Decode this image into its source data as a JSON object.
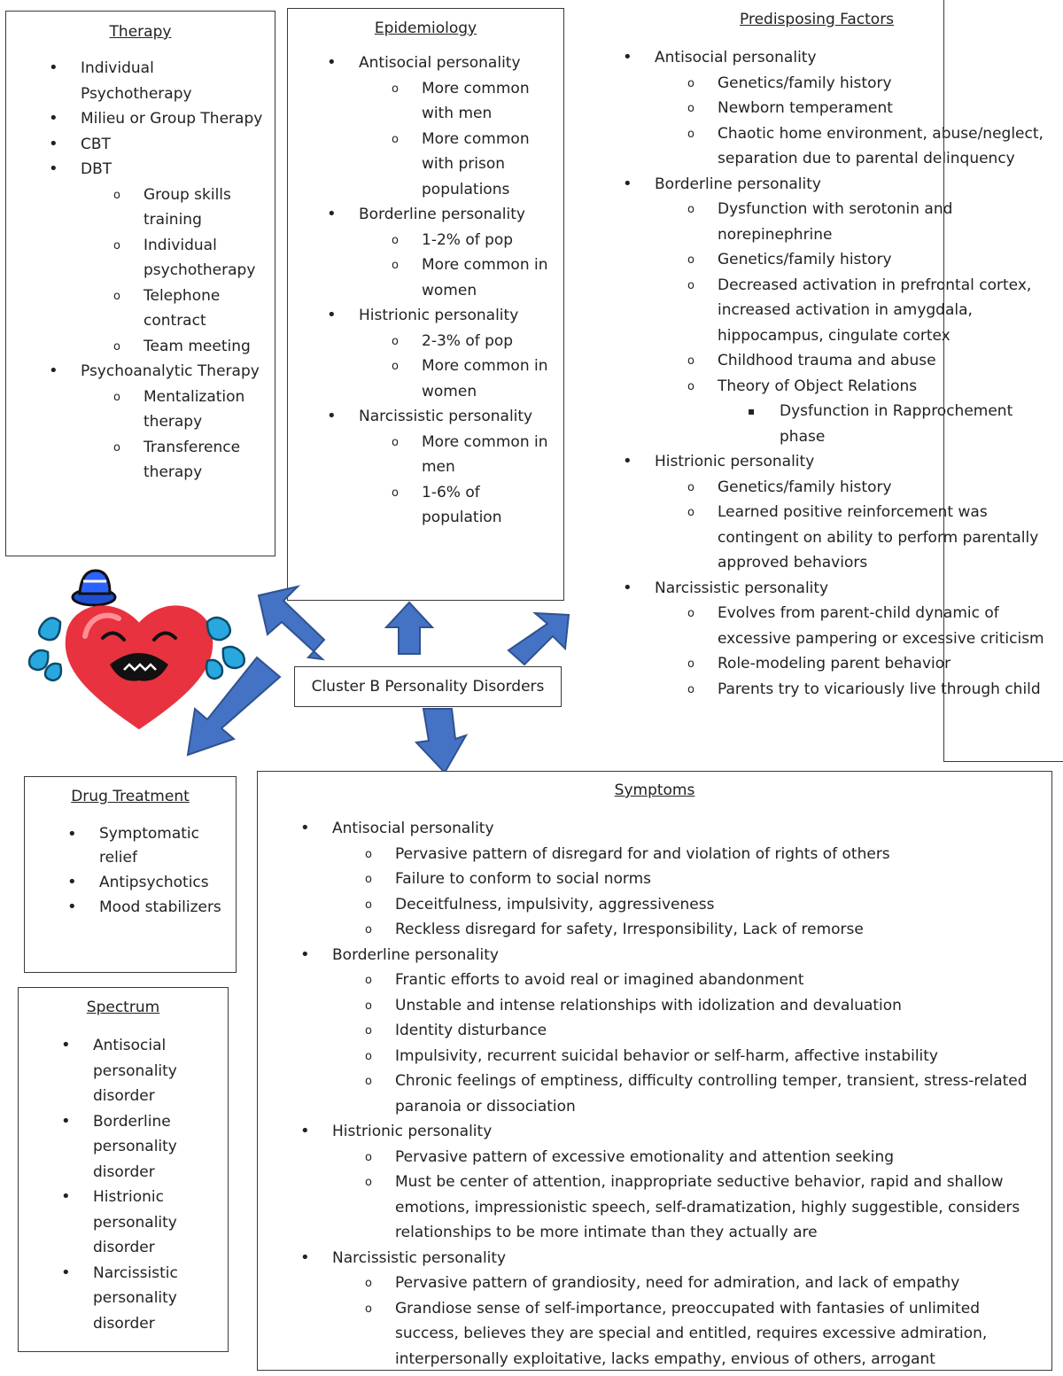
{
  "center": {
    "label": "Cluster B Personality Disorders"
  },
  "therapy": {
    "title": "Therapy",
    "items": [
      {
        "text": "Individual Psychotherapy",
        "sub": []
      },
      {
        "text": "Milieu or Group Therapy",
        "sub": []
      },
      {
        "text": "CBT",
        "sub": []
      },
      {
        "text": "DBT",
        "sub": [
          "Group skills training",
          "Individual psychotherapy",
          "Telephone contract",
          "Team meeting"
        ]
      },
      {
        "text": "Psychoanalytic Therapy",
        "sub": [
          "Mentalization therapy",
          "Transference therapy"
        ]
      }
    ]
  },
  "epidemiology": {
    "title": "Epidemiology",
    "items": [
      {
        "text": "Antisocial personality",
        "sub": [
          "More common with men",
          "More common with prison populations"
        ]
      },
      {
        "text": "Borderline personality",
        "sub": [
          "1-2% of pop",
          "More common in women"
        ]
      },
      {
        "text": "Histrionic personality",
        "sub": [
          "2-3% of pop",
          "More common in women"
        ]
      },
      {
        "text": "Narcissistic personality",
        "sub": [
          "More common in men",
          "1-6% of population"
        ]
      }
    ]
  },
  "predisposing": {
    "title": "Predisposing Factors",
    "items": [
      {
        "text": "Antisocial personality",
        "sub": [
          "Genetics/family history",
          "Newborn temperament",
          "Chaotic home environment, abuse/neglect, separation due to parental delinquency"
        ]
      },
      {
        "text": "Borderline personality",
        "sub": [
          "Dysfunction with serotonin and norepinephrine",
          "Genetics/family history",
          "Decreased activation in prefrontal cortex, increased activation in amygdala, hippocampus, cingulate cortex",
          "Childhood trauma and abuse",
          "Theory of Object Relations"
        ],
        "subsub": "Dysfunction in Rapprochement phase"
      },
      {
        "text": "Histrionic personality",
        "sub": [
          "Genetics/family history",
          "Learned positive reinforcement was contingent on ability to perform parentally approved behaviors"
        ]
      },
      {
        "text": "Narcissistic personality",
        "sub": [
          "Evolves from parent-child dynamic of excessive pampering or excessive criticism",
          "Role-modeling parent behavior",
          "Parents try to vicariously live through child"
        ]
      }
    ]
  },
  "drug": {
    "title": "Drug Treatment",
    "items": [
      "Symptomatic relief",
      "Antipsychotics",
      "Mood stabilizers"
    ]
  },
  "spectrum": {
    "title": "Spectrum",
    "items": [
      "Antisocial personality disorder",
      "Borderline personality disorder",
      "Histrionic personality disorder",
      "Narcissistic personality disorder"
    ]
  },
  "symptoms": {
    "title": "Symptoms",
    "items": [
      {
        "text": "Antisocial personality",
        "sub": [
          "Pervasive pattern of disregard for and violation of rights of others",
          "Failure to conform to social norms",
          "Deceitfulness, impulsivity, aggressiveness",
          "Reckless disregard for safety, Irresponsibility, Lack of remorse"
        ]
      },
      {
        "text": "Borderline personality",
        "sub": [
          "Frantic efforts to avoid real or imagined abandonment",
          "Unstable and intense relationships with idolization and devaluation",
          "Identity disturbance",
          "Impulsivity, recurrent suicidal behavior or self-harm, affective instability",
          "Chronic feelings of emptiness, difficulty controlling temper, transient, stress-related paranoia or dissociation"
        ]
      },
      {
        "text": "Histrionic personality",
        "sub": [
          "Pervasive pattern of excessive emotionality and attention seeking",
          "Must be center of attention, inappropriate seductive behavior, rapid and shallow emotions, impressionistic speech, self-dramatization, highly suggestible, considers relationships to be more intimate than they actually are"
        ]
      },
      {
        "text": "Narcissistic personality",
        "sub": [
          "Pervasive pattern of grandiosity, need for admiration, and lack of empathy",
          "Grandiose sense of self-importance, preoccupated with fantasies of unlimited success, believes they are special and entitled, requires excessive admiration, interpersonally exploitative, lacks empathy, envious of others, arrogant"
        ]
      }
    ]
  },
  "colors": {
    "arrow": "#4472c4",
    "arrow_stroke": "#2f528f",
    "heart": "#e8323f",
    "tear": "#29a8df"
  },
  "icons": {
    "mascot": "crying-heart-icon"
  }
}
